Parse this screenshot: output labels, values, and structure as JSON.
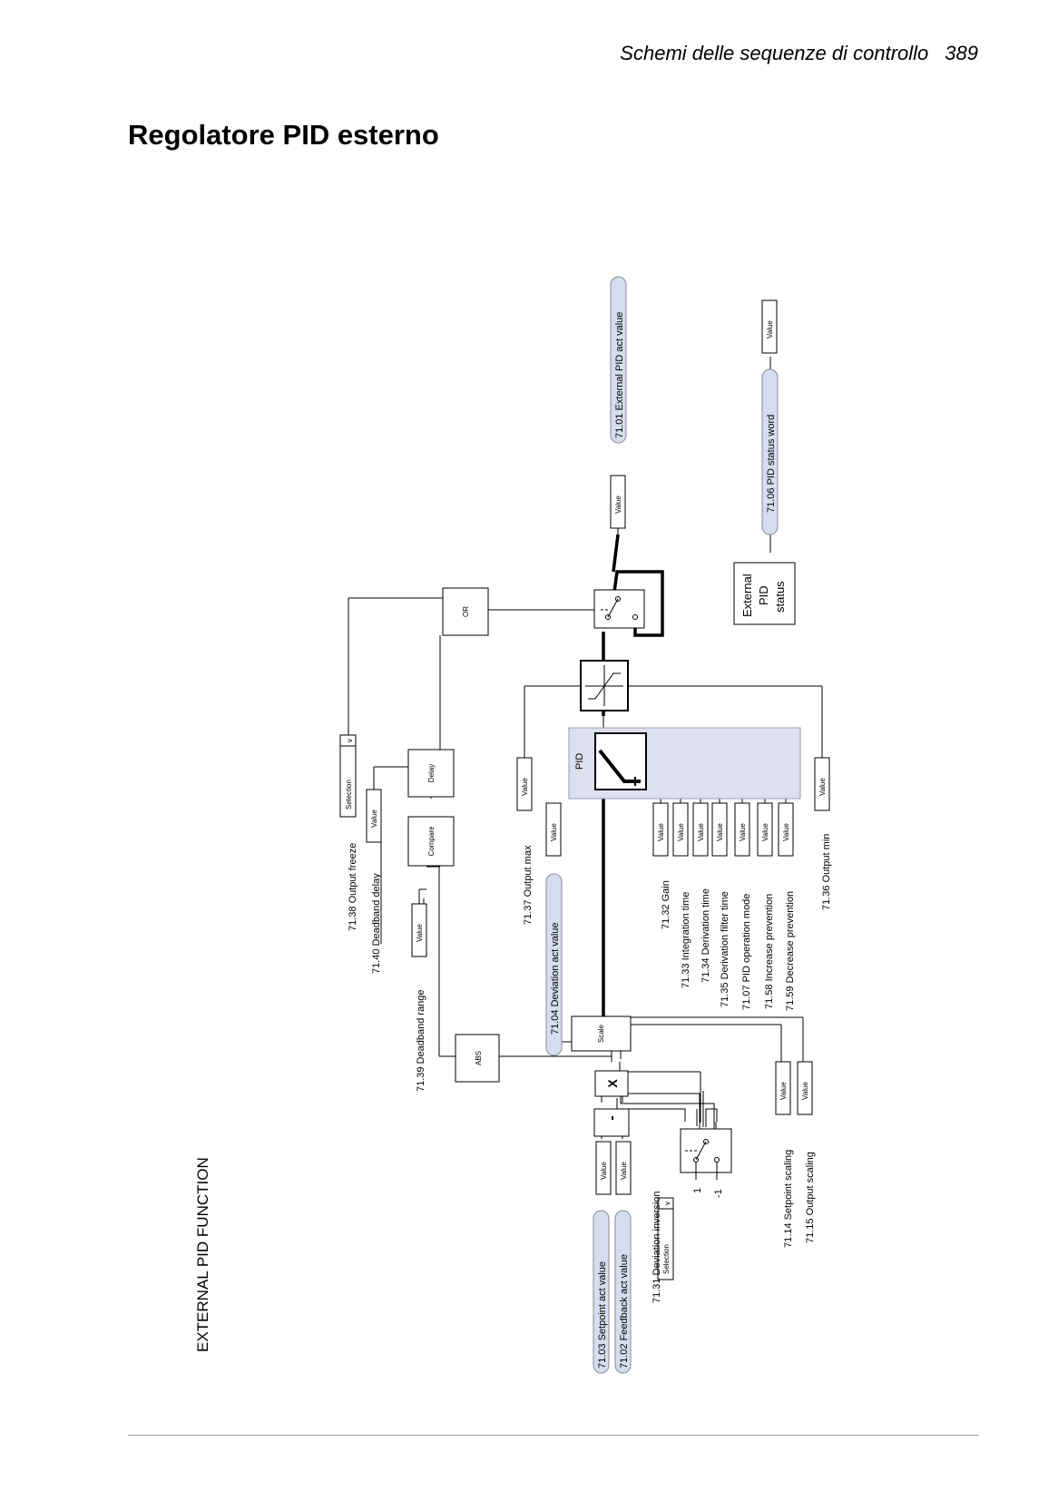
{
  "header": {
    "section": "Schemi delle sequenze di controllo",
    "page_number": "389"
  },
  "title": "Regolatore PID esterno",
  "diagram": {
    "heading": "EXTERNAL PID FUNCTION",
    "signals": {
      "p7103": "71.03 Setpoint act value",
      "p7102": "71.02 Feedback act value",
      "p7104": "71.04 Deviation act value",
      "p7101": "71.01 External PID act value",
      "p7106": "71.06 PID status word"
    },
    "params": {
      "p7131": "71.31 Deviation inversion",
      "p7114": "71.14 Setpoint scaling",
      "p7115": "71.15 Output scaling",
      "p7139": "71.39 Deadband range",
      "p7140": "71.40 Deadband delay",
      "p7138": "71.38 Output freeze",
      "p7137": "71.37 Output max",
      "p7136": "71.36 Output min",
      "p7132": "71.32 Gain",
      "p7133": "71.33 Integration time",
      "p7134": "71.34 Derivation time",
      "p7135": "71.35 Derivation filter time",
      "p7107": "71.07 PID operation mode",
      "p7158": "71.58 Increase prevention",
      "p7159": "71.59 Decrease prevention"
    },
    "blocks": {
      "minus": "-",
      "multiply": "X",
      "abs": "ABS",
      "scale": "Scale",
      "compare": "Compare",
      "delay": "Delay",
      "or": "OR",
      "pid": "PID",
      "ext_status_1": "External",
      "ext_status_2": "PID",
      "ext_status_3": "status"
    },
    "widgets": {
      "value": "Value",
      "selection": "Selection",
      "dropdown": "v"
    },
    "switch_inputs": {
      "plus_one": "1",
      "minus_one": "-1"
    }
  }
}
